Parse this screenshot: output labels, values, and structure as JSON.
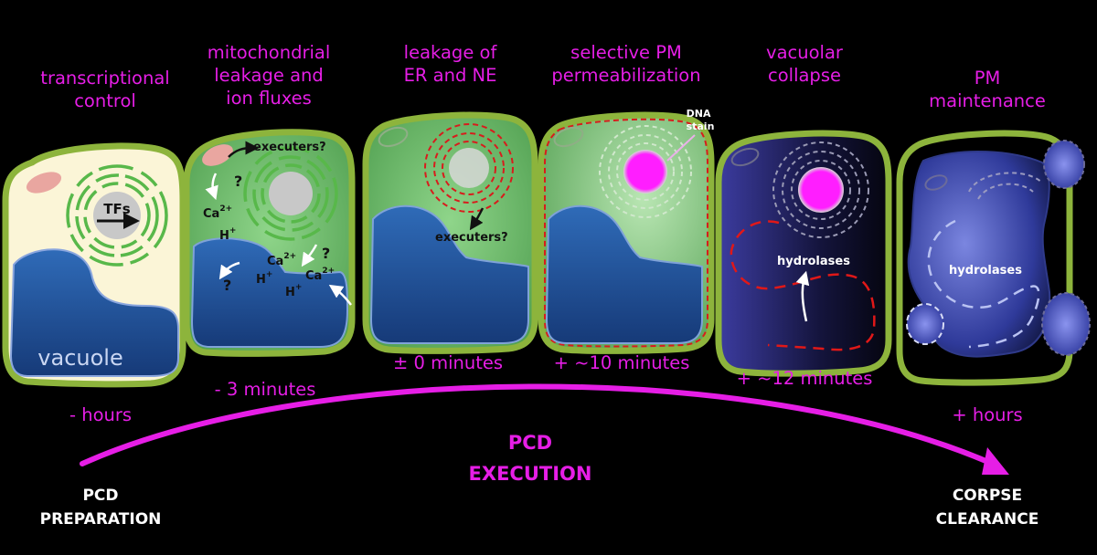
{
  "stages": [
    {
      "title": "transcriptional\ncontrol",
      "time": "- hours"
    },
    {
      "title": "mitochondrial\nleakage and\nion fluxes",
      "time": "- 3 minutes"
    },
    {
      "title": "leakage of\nER and NE",
      "time": "± 0 minutes"
    },
    {
      "title": "selective PM\npermeabilization",
      "time": "+ ~10 minutes"
    },
    {
      "title": "vacuolar\ncollapse",
      "time": "+ ~12 minutes"
    },
    {
      "title": "PM\nmaintenance",
      "time": "+ hours"
    }
  ],
  "labels": {
    "tfs": "TFs",
    "vacuole": "vacuole",
    "executers": "executers?",
    "question": "?",
    "ca": "Ca",
    "ca_charge": "2+",
    "h": "H",
    "h_charge": "+",
    "dna_stain": "DNA\nstain",
    "hydrolases": "hydrolases"
  },
  "bottom": {
    "left": "PCD\nPREPARATION",
    "center": "PCD\nEXECUTION",
    "right": "CORPSE\nCLEARANCE"
  },
  "colors": {
    "magenta": "#e61ee6",
    "wall": "#8db43c",
    "cytoplasm_green": "#6fbf6a",
    "cytoplasm_cream": "#fbf5d7",
    "vacuole_blue": "#1f4f9a",
    "background": "#000000"
  }
}
